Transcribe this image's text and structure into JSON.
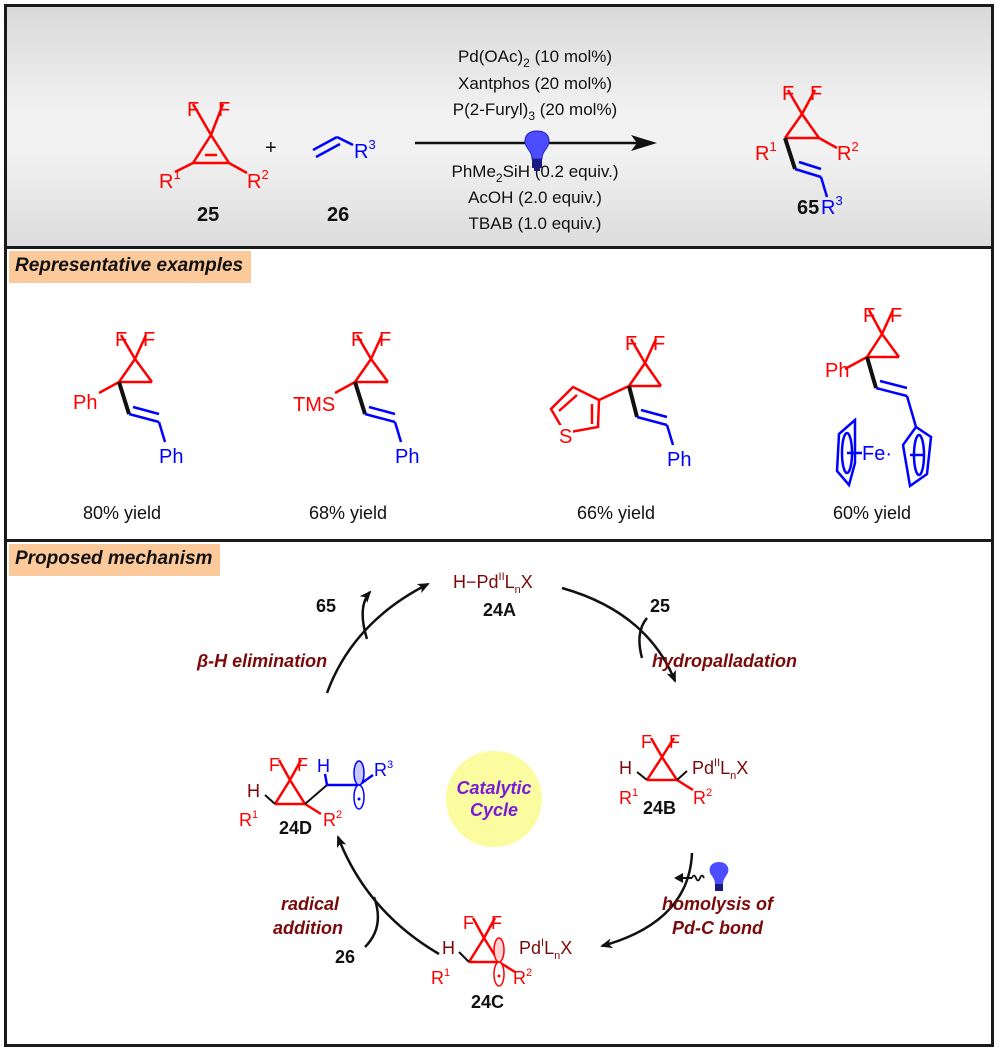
{
  "colors": {
    "red": "#ff0000",
    "blue": "#0000ff",
    "darkred": "#7a0a0a",
    "purple": "#7a1bd6",
    "label_bg": "#fbc99a",
    "cycle_bg": "#fbfba0"
  },
  "reaction": {
    "reactant1": {
      "label": "25",
      "F1": "F",
      "F2": "F",
      "R1": "R",
      "R1_sup": "1",
      "R2": "R",
      "R2_sup": "2"
    },
    "plus": "+",
    "reactant2": {
      "label": "26",
      "R3": "R",
      "R3_sup": "3"
    },
    "conditions_above": [
      {
        "main": "Pd(OAc)",
        "sub": "2",
        "rest": " (10 mol%)"
      },
      {
        "main": "Xantphos (20 mol%)",
        "sub": "",
        "rest": ""
      },
      {
        "main": "P(2-Furyl)",
        "sub": "3",
        "rest": " (20 mol%)"
      }
    ],
    "conditions_below": [
      {
        "main": "PhMe",
        "sub": "2",
        "rest": "SiH (0.2 equiv.)"
      },
      {
        "main": "AcOH (2.0 equiv.)",
        "sub": "",
        "rest": ""
      },
      {
        "main": "TBAB (1.0 equiv.)",
        "sub": "",
        "rest": ""
      }
    ],
    "light_icon": "lightbulb-icon",
    "product": {
      "label": "65",
      "F1": "F",
      "F2": "F",
      "R1": "R",
      "R1_sup": "1",
      "R2": "R",
      "R2_sup": "2",
      "R3": "R",
      "R3_sup": "3"
    }
  },
  "examples": {
    "title": "Representative examples",
    "items": [
      {
        "substituent": "Ph",
        "aryl": "Ph",
        "yield": "80% yield"
      },
      {
        "substituent": "TMS",
        "aryl": "Ph",
        "yield": "68% yield"
      },
      {
        "substituent": "S",
        "aryl": "Ph",
        "yield": "66% yield"
      },
      {
        "substituent": "Ph",
        "aryl": "Fe",
        "yield": "60% yield"
      }
    ],
    "F": "F"
  },
  "mechanism": {
    "title": "Proposed mechanism",
    "center": {
      "line1": "Catalytic",
      "line2": "Cycle"
    },
    "int_24A": {
      "text_pre": "H−Pd",
      "sup": "II",
      "L": "L",
      "sub": "n",
      "X": "X",
      "label": "24A"
    },
    "int_24B": {
      "label": "24B",
      "H": "H",
      "Pd": "Pd",
      "sup": "II",
      "L": "L",
      "sub": "n",
      "X": "X"
    },
    "int_24C": {
      "label": "24C",
      "H": "H",
      "Pd": "Pd",
      "sup": "I",
      "L": "L",
      "sub": "n",
      "X": "X"
    },
    "int_24D": {
      "label": "24D",
      "H1": "H",
      "H2": "H",
      "R3": "R",
      "R3_sup": "3"
    },
    "steps": {
      "beta": "β-H elimination",
      "hydropalladation": "hydropalladation",
      "homolysis1": "homolysis of",
      "homolysis2": "Pd-C bond",
      "radical1": "radical",
      "radical2": "addition"
    },
    "in_out": {
      "out_65": "65",
      "in_25": "25",
      "in_26": "26"
    },
    "generic": {
      "R": "R",
      "s1": "1",
      "s2": "2",
      "F": "F"
    }
  }
}
